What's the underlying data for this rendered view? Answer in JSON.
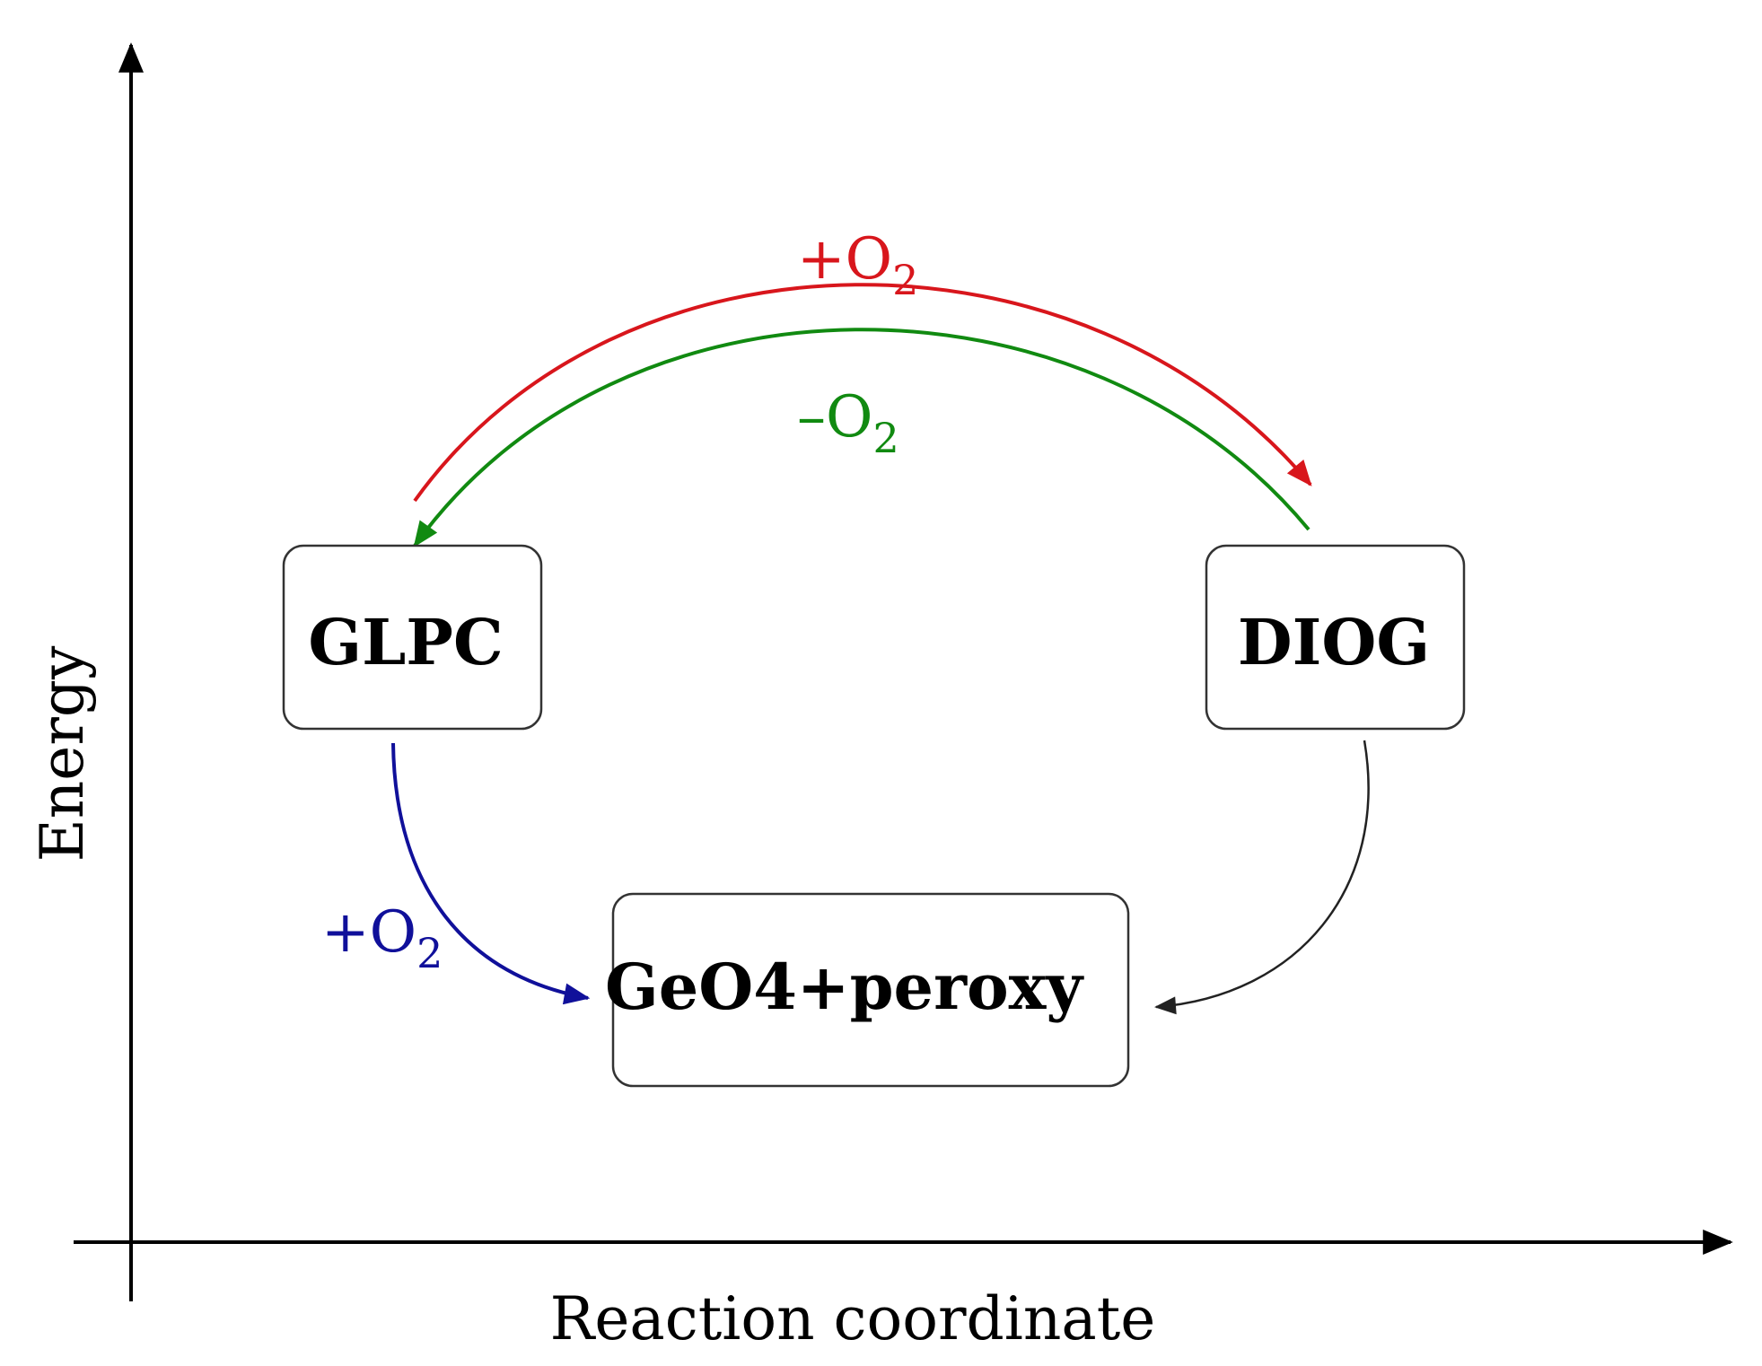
{
  "axes": {
    "x_label": "Reaction coordinate",
    "y_label": "Energy"
  },
  "states": {
    "glpc": "GLPC",
    "diog": "DIOG",
    "geo4": "GeO4+peroxy"
  },
  "transitions": {
    "glpc_to_diog": {
      "sign": "+O",
      "subscript": "2",
      "color": "#d8161c"
    },
    "diog_to_glpc": {
      "sign": "–O",
      "subscript": "2",
      "color": "#118a11"
    },
    "glpc_to_geo4": {
      "sign": "+O",
      "subscript": "2",
      "color": "#10109a"
    },
    "diog_to_geo4": {
      "color": "#222222"
    }
  },
  "colors": {
    "axis": "#000000",
    "box_border": "#333333"
  }
}
